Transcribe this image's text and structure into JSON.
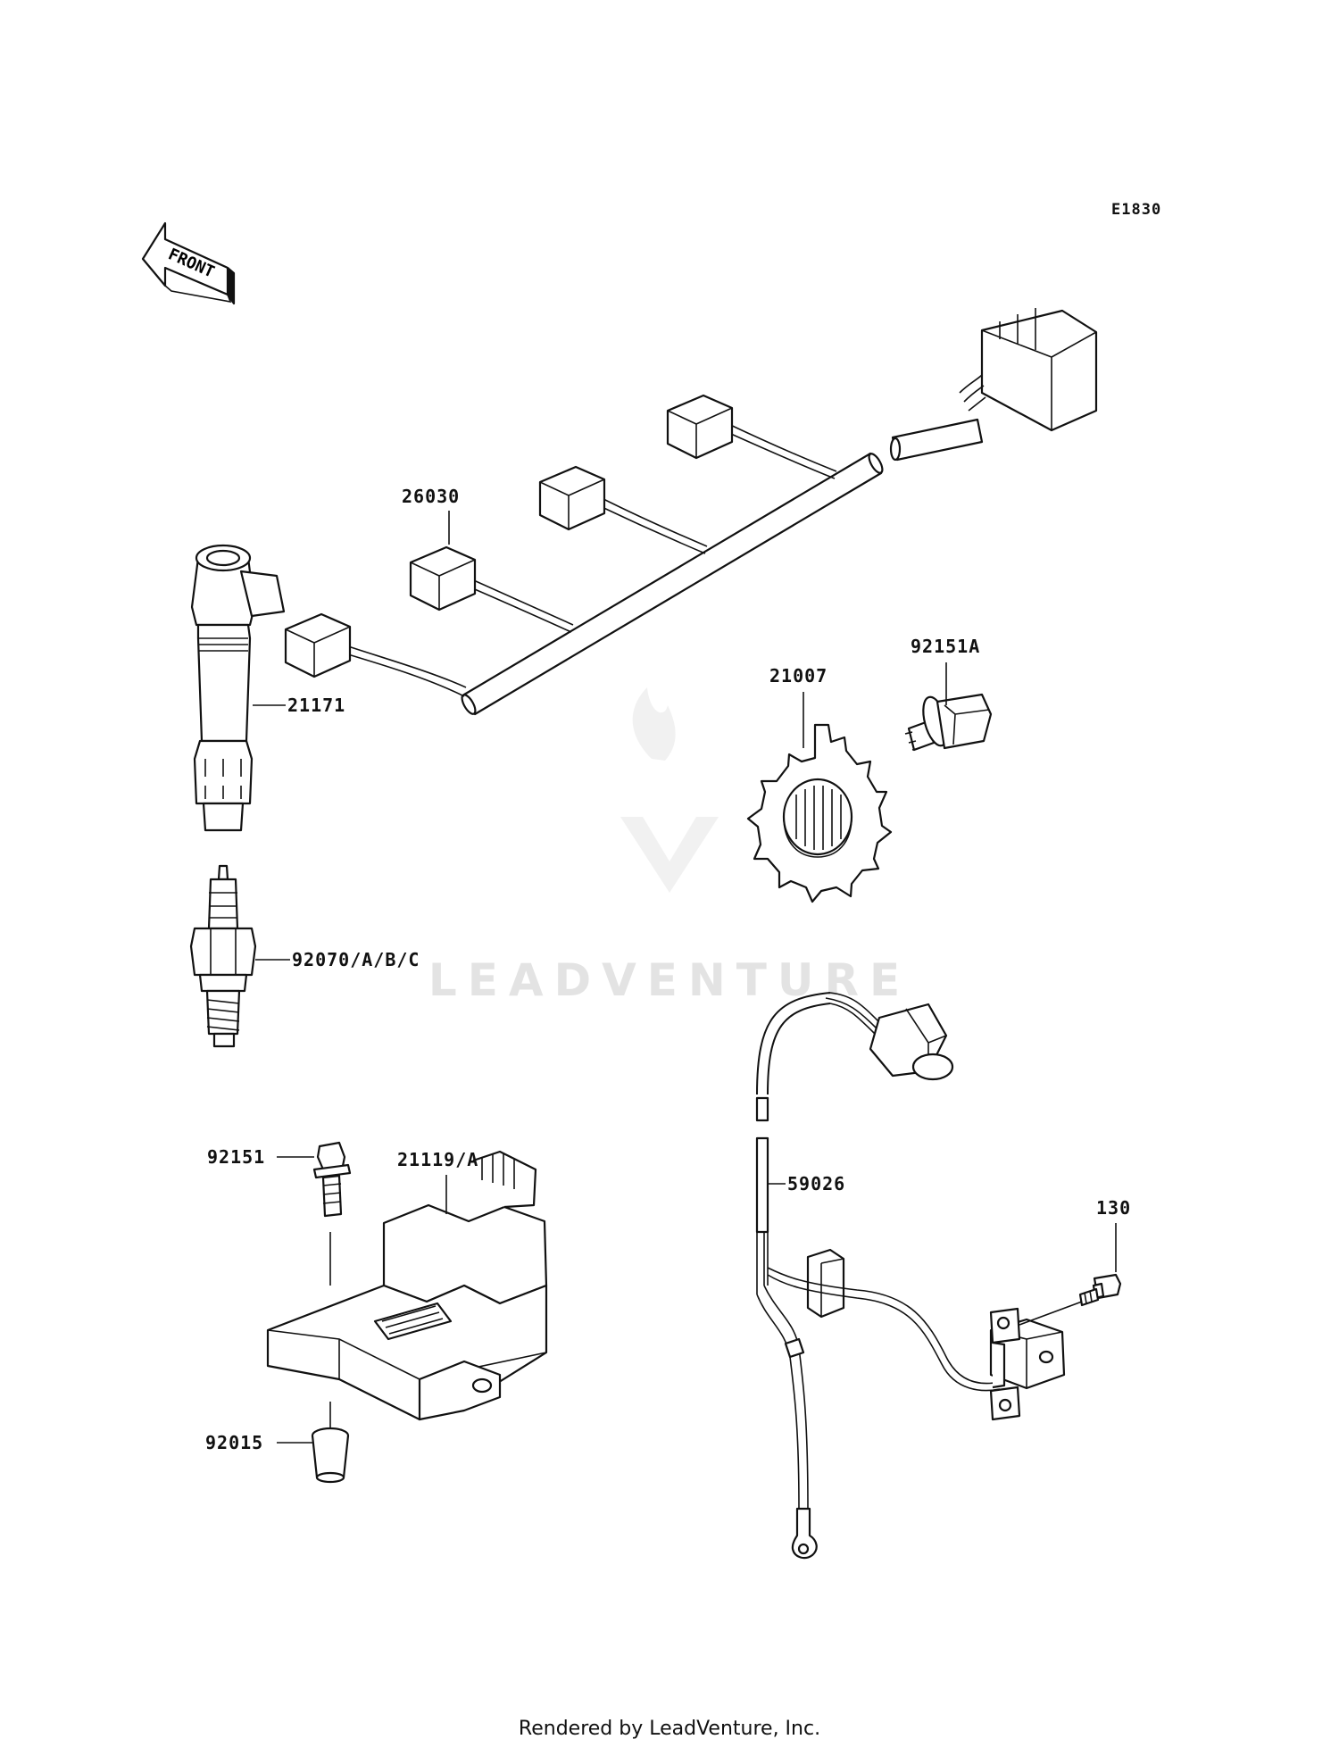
{
  "diagram_code": "E1830",
  "front_label": "FRONT",
  "watermark": "LEADVENTURE",
  "footer": "Rendered by LeadVenture, Inc.",
  "parts": [
    {
      "id": "26030",
      "label": "26030"
    },
    {
      "id": "21171",
      "label": "21171"
    },
    {
      "id": "92070",
      "label": "92070/A/B/C"
    },
    {
      "id": "21007",
      "label": "21007"
    },
    {
      "id": "92151A",
      "label": "92151A"
    },
    {
      "id": "92151",
      "label": "92151"
    },
    {
      "id": "21119",
      "label": "21119/A"
    },
    {
      "id": "92015",
      "label": "92015"
    },
    {
      "id": "59026",
      "label": "59026"
    },
    {
      "id": "130",
      "label": "130"
    }
  ]
}
